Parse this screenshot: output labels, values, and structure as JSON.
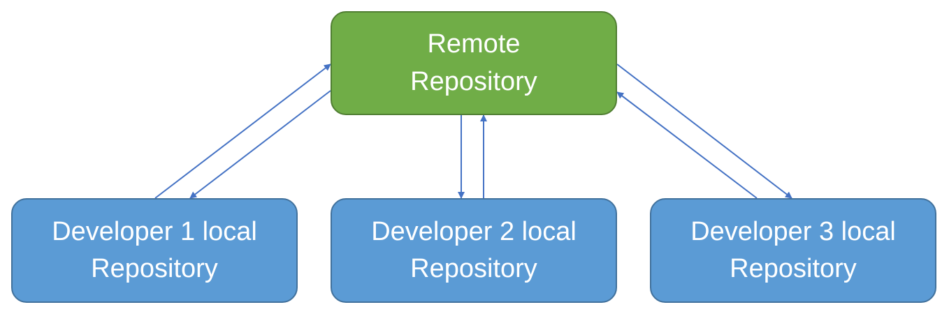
{
  "nodes": {
    "remote": {
      "line1": "Remote",
      "line2": "Repository"
    },
    "dev1": {
      "line1": "Developer 1 local",
      "line2": "Repository"
    },
    "dev2": {
      "line1": "Developer 2 local",
      "line2": "Repository"
    },
    "dev3": {
      "line1": "Developer 3 local",
      "line2": "Repository"
    }
  },
  "colors": {
    "remote_fill": "#70ad47",
    "remote_border": "#507e32",
    "local_fill": "#5b9bd5",
    "local_border": "#41719c",
    "arrow": "#4472c4",
    "text": "#ffffff"
  }
}
